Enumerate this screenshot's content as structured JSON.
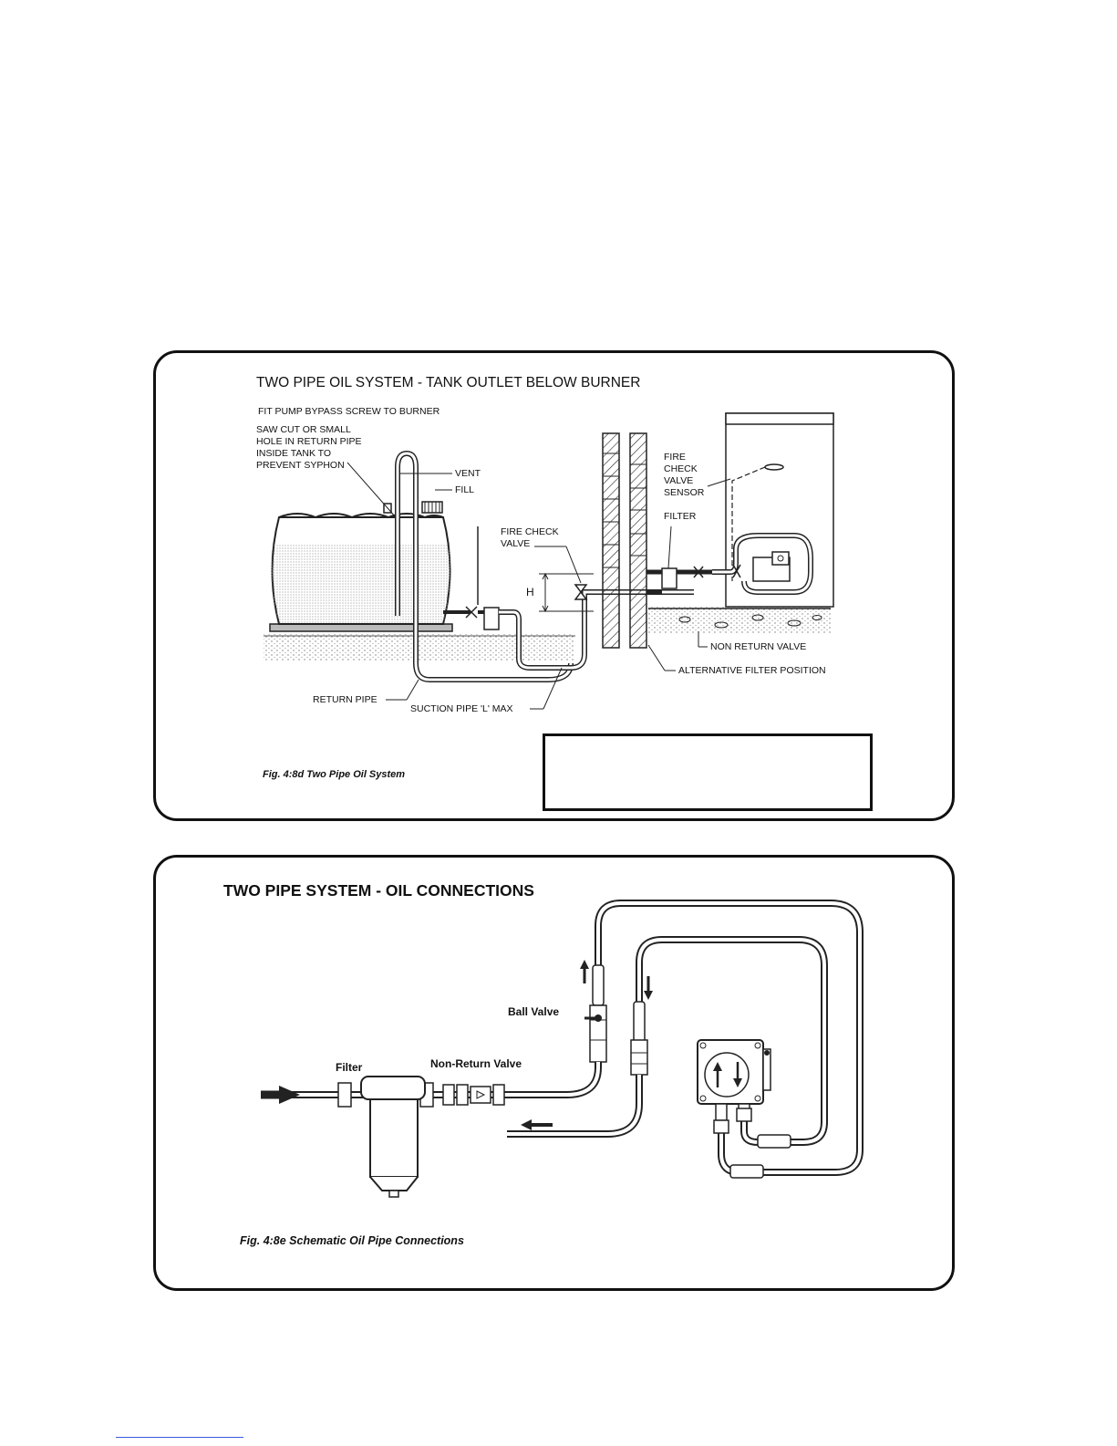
{
  "fig1": {
    "title": "TWO PIPE OIL SYSTEM - TANK OUTLET BELOW BURNER",
    "caption": "Fig. 4:8d  Two Pipe Oil System",
    "labels": {
      "fit_pump": "FIT PUMP BYPASS SCREW TO BURNER",
      "saw_cut": "SAW CUT OR SMALL\nHOLE IN RETURN PIPE\nINSIDE TANK TO\nPREVENT SYPHON",
      "vent": "VENT",
      "fill": "FILL",
      "fire_check_valve": "FIRE CHECK\nVALVE",
      "fire_check_valve_sensor": "FIRE\nCHECK\nVALVE\nSENSOR",
      "filter": "FILTER",
      "h": "H",
      "non_return_valve": "NON RETURN VALVE",
      "alternative_filter": "ALTERNATIVE FILTER POSITION",
      "return_pipe": "RETURN PIPE",
      "suction_pipe": "SUCTION PIPE  'L' MAX"
    }
  },
  "fig2": {
    "title": "TWO PIPE SYSTEM - OIL CONNECTIONS",
    "caption": "Fig. 4:8e Schematic Oil Pipe Connections",
    "labels": {
      "ball_valve": "Ball Valve",
      "filter": "Filter",
      "non_return_valve": "Non-Return Valve"
    }
  }
}
